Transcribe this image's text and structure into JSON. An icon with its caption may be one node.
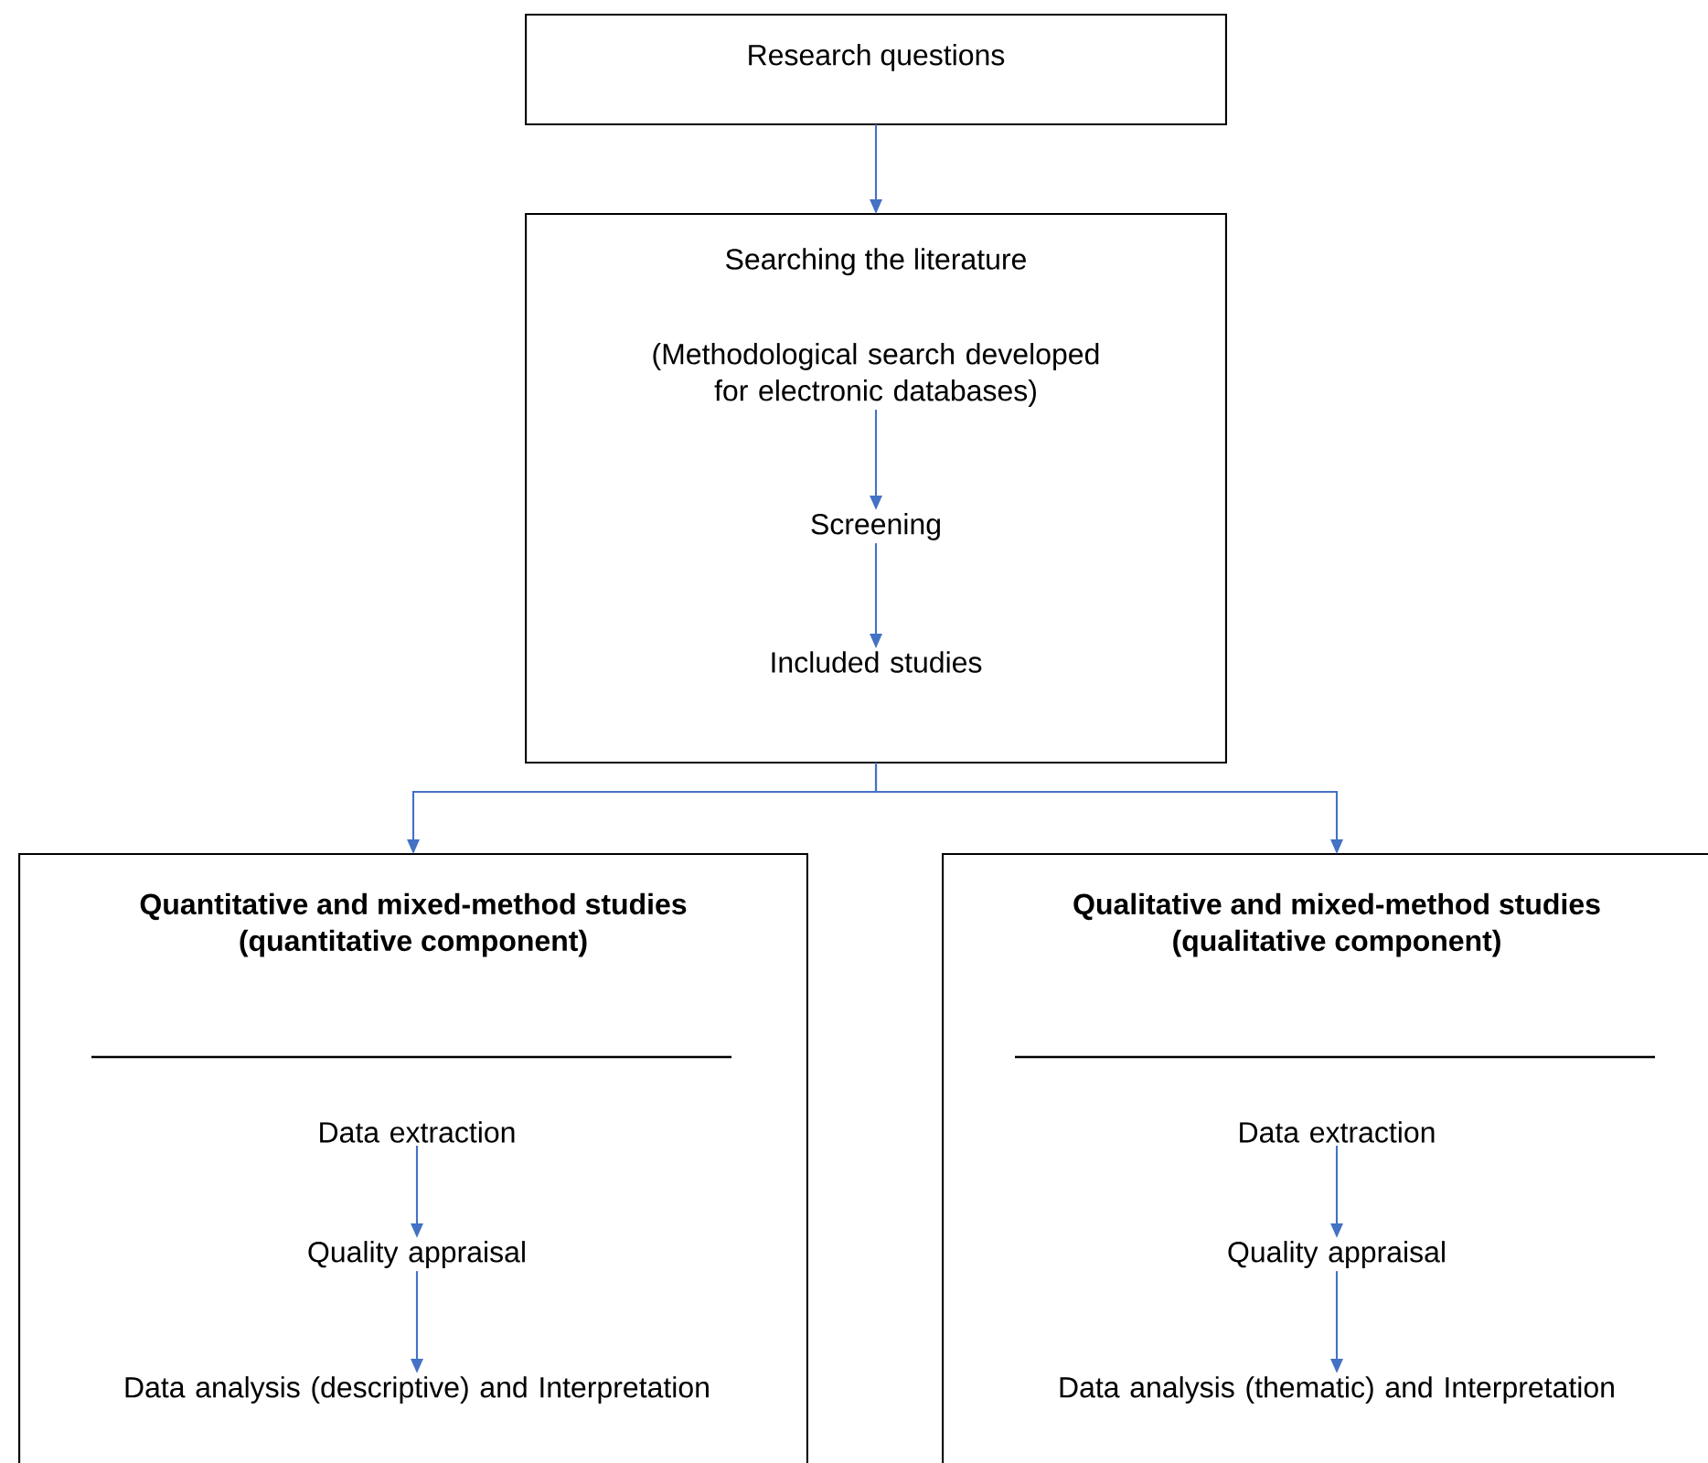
{
  "diagram": {
    "nodes": [
      {
        "text": [
          "Research questions"
        ]
      },
      {
        "text": [
          "Searching the literature"
        ]
      },
      {
        "text": [
          "(Methodological search developed for electronic databases)"
        ],
        "in": 1
      },
      {
        "text": [
          "Screening"
        ],
        "in": 1
      },
      {
        "text": [
          "Included studies"
        ],
        "in": 1
      },
      {
        "text": [
          "Quantitative and mixed-method studies (quantitative component)"
        ]
      },
      {
        "text": [
          "Data extraction"
        ],
        "in": 5
      },
      {
        "text": [
          "Quality appraisal"
        ],
        "in": 5
      },
      {
        "text": [
          "Data analysis (descriptive) and Interpretation"
        ],
        "in": 5
      },
      {
        "text": [
          "Qualitative and mixed-method studies (qualitative component)"
        ]
      },
      {
        "text": [
          "Data extraction"
        ],
        "in": 9
      },
      {
        "text": [
          "Quality appraisal"
        ],
        "in": 9
      },
      {
        "text": [
          "Data analysis (thematic) and Interpretation"
        ],
        "in": 9
      }
    ],
    "edges": [
      {
        "from": 0,
        "to": 1,
        "arrow": "to"
      },
      {
        "from": 2,
        "to": 3,
        "arrow": "to"
      },
      {
        "from": 3,
        "to": 4,
        "arrow": "to"
      },
      {
        "from": 1,
        "to": 5,
        "arrow": "to"
      },
      {
        "from": 1,
        "to": 9,
        "arrow": "to"
      },
      {
        "from": 6,
        "to": 7,
        "arrow": "to"
      },
      {
        "from": 7,
        "to": 8,
        "arrow": "to"
      },
      {
        "from": 10,
        "to": 11,
        "arrow": "to"
      },
      {
        "from": 11,
        "to": 12,
        "arrow": "to"
      }
    ]
  }
}
